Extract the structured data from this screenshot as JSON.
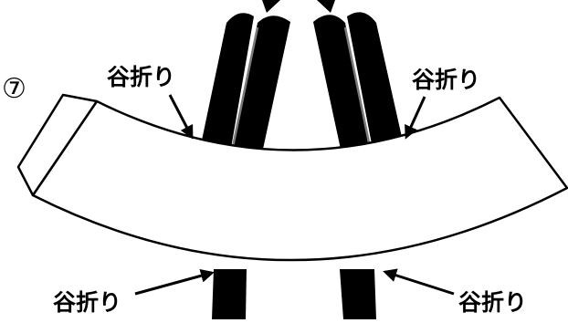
{
  "step_number": "⑦",
  "labels": {
    "top_left": "谷折り",
    "top_right": "谷折り",
    "bottom_left": "谷折り",
    "bottom_right": "谷折り"
  },
  "colors": {
    "rod": "#000000",
    "rod_highlight": "#7a7a7a",
    "strip_fill": "#ffffff",
    "outline": "#000000"
  }
}
